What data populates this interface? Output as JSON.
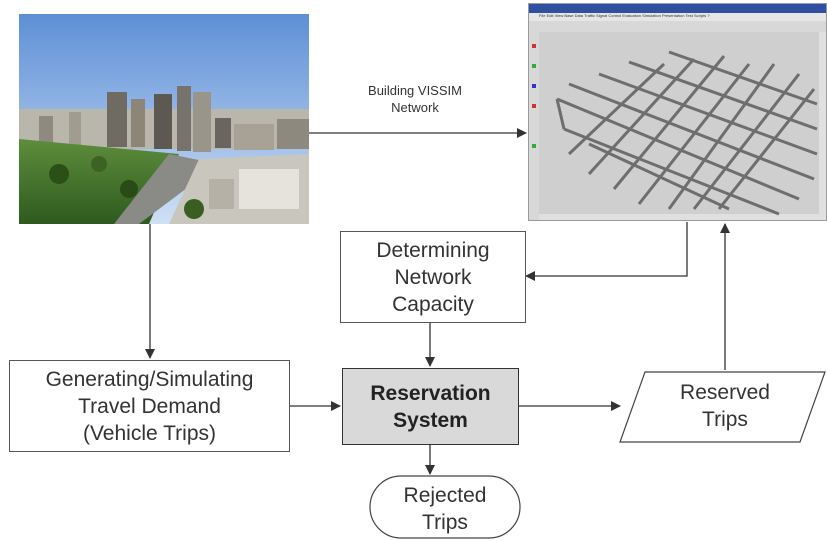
{
  "photo": {
    "description_icon": "city-skyline-photo-icon"
  },
  "screenshot": {
    "description_icon": "vissim-network-screenshot-icon",
    "menu_items": [
      "File",
      "Edit",
      "View",
      "Base Data",
      "Traffic",
      "Signal Control",
      "Evaluation",
      "Simulation",
      "Presentation",
      "Test",
      "Scripts",
      "?"
    ]
  },
  "labels": {
    "building": "Building VISSIM\nNetwork"
  },
  "boxes": {
    "determining": "Determining\nNetwork\nCapacity",
    "generating": "Generating/Simulating\nTravel Demand\n(Vehicle Trips)",
    "reservation": "Reservation\nSystem",
    "reserved": "Reserved\nTrips",
    "rejected": "Rejected\nTrips"
  },
  "colors": {
    "reservation_fill": "#d9d9d9",
    "line": "#333333"
  }
}
